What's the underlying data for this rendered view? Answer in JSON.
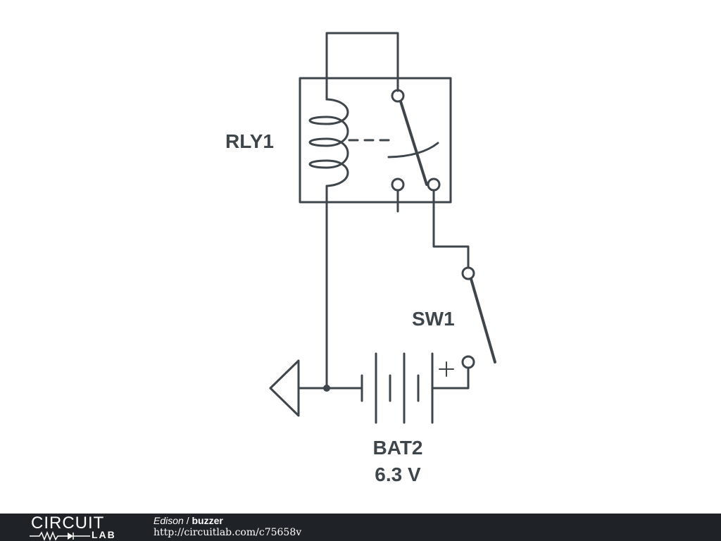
{
  "diagram": {
    "components": [
      {
        "id": "RLY1",
        "type": "relay",
        "label": "RLY1"
      },
      {
        "id": "SW1",
        "type": "switch",
        "label": "SW1"
      },
      {
        "id": "BAT2",
        "type": "battery",
        "label": "BAT2",
        "value": "6.3 V",
        "polarity_mark": "+"
      },
      {
        "id": "GND",
        "type": "ground"
      }
    ]
  },
  "footer": {
    "logo_top": "CIRCUIT",
    "logo_bottom": "LAB",
    "author": "Edison",
    "separator": " / ",
    "title": "buzzer",
    "url": "http://circuitlab.com/c75658v"
  },
  "colors": {
    "stroke": "#3f464b",
    "footer_bg": "#1f2226"
  }
}
